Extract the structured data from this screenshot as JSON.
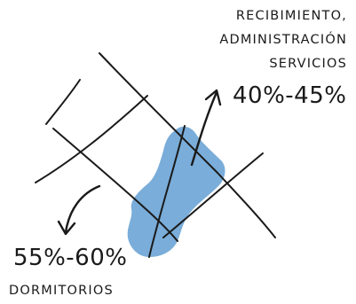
{
  "labels": {
    "top_line1": "RECIBIMIENTO,",
    "top_line2": "ADMINISTRACIÓN",
    "top_line3": "SERVICIOS",
    "top_percent": "40%-45%",
    "bottom_percent": "55%-60%",
    "bottom_label": "DORMITORIOS"
  },
  "colors": {
    "zone_fill": "#6fa6d6",
    "ink": "#1a1a1a"
  }
}
